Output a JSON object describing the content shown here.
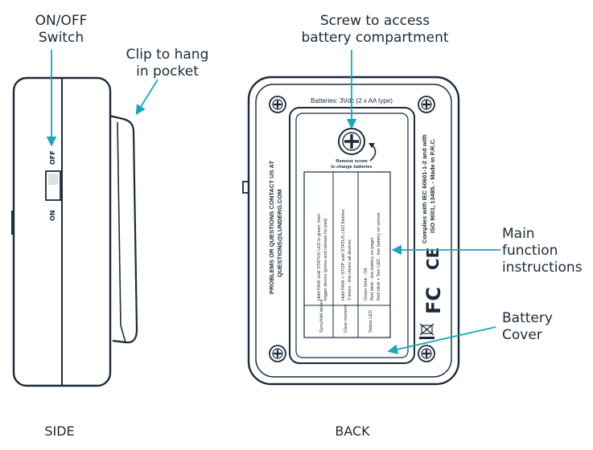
{
  "labels": {
    "switch_line1": "ON/OFF",
    "switch_line2": "Switch",
    "clip_line1": "Clip to hang",
    "clip_line2": "in pocket",
    "screw_line1": "Screw to access",
    "screw_line2": "battery compartment",
    "main_line1": "Main",
    "main_line2": "function",
    "main_line3": "instructions",
    "cover_line1": "Battery",
    "cover_line2": "Cover",
    "side_view": "SIDE",
    "back_view": "BACK"
  },
  "device_side": {
    "off": "OFF",
    "on": "ON"
  },
  "device_back": {
    "batteries": "Batteries: 3Vdc (2 x AA type)",
    "remove_line1": "Remove screw",
    "remove_line2": "to change batteries",
    "contact_line1": "PROBLEMS OR QUESTIONS CONTACT US AT",
    "contact_line2": "QUESTIONS@LUNDERG.COM",
    "compliance_line1": "Complies with IEC 60601-1-2 and with",
    "compliance_line2": "ISO 9001, 13485. - Made in P.R.C.",
    "ce_mark": "CE",
    "fc_mark": "FC"
  },
  "instructions_table": {
    "rows": [
      {
        "label": "Sync/Add device",
        "line1": "Hold PAIR until STATUS LED is green, then",
        "line2": "trigger device (press and release for pad)",
        "line3": ""
      },
      {
        "label": "Clear memory",
        "line1": "Hold PAIR + STOP until STATUS LED flashes",
        "line2": "3 times - this clears all devices",
        "line3": ""
      },
      {
        "label": "Status LED",
        "line1": "Green blink : OK",
        "line2": "Red blink : low battery on pager",
        "line3": "Red blink + Sen LED : low battery on sensor"
      }
    ]
  },
  "colors": {
    "outline": "#1b2a3a",
    "arrow": "#1aa6b7"
  }
}
